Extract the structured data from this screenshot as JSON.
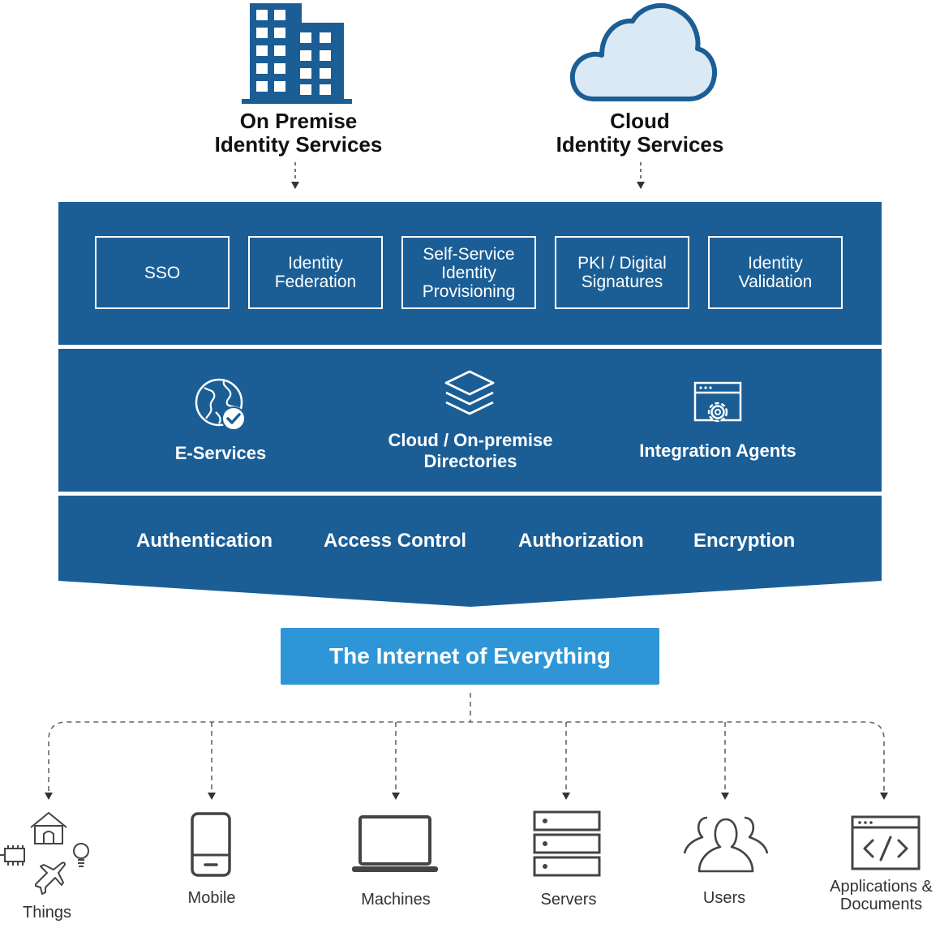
{
  "sources": [
    {
      "lines": [
        "On Premise",
        "Identity Services"
      ],
      "icon": "building-icon"
    },
    {
      "lines": [
        "Cloud",
        "Identity Services"
      ],
      "icon": "cloud-icon"
    }
  ],
  "top_layer": {
    "boxes": [
      {
        "lines": [
          "SSO"
        ]
      },
      {
        "lines": [
          "Identity",
          "Federation"
        ]
      },
      {
        "lines": [
          "Self-Service",
          "Identity",
          "Provisioning"
        ]
      },
      {
        "lines": [
          "PKI / Digital",
          "Signatures"
        ]
      },
      {
        "lines": [
          "Identity",
          "Validation"
        ]
      }
    ]
  },
  "middle_layer": {
    "items": [
      {
        "lines": [
          "E-Services"
        ],
        "icon": "globe-check-icon"
      },
      {
        "lines": [
          "Cloud / On-premise",
          "Directories"
        ],
        "icon": "layers-icon"
      },
      {
        "lines": [
          "Integration Agents"
        ],
        "icon": "window-gear-icon"
      }
    ]
  },
  "bottom_layer": {
    "labels": [
      "Authentication",
      "Access Control",
      "Authorization",
      "Encryption"
    ]
  },
  "hub": {
    "label": "The Internet of Everything"
  },
  "destinations": [
    {
      "lines": [
        "Things"
      ],
      "icon": "iot-things-icon"
    },
    {
      "lines": [
        "Mobile"
      ],
      "icon": "mobile-phone-icon"
    },
    {
      "lines": [
        "Machines"
      ],
      "icon": "laptop-icon"
    },
    {
      "lines": [
        "Servers"
      ],
      "icon": "server-rack-icon"
    },
    {
      "lines": [
        "Users"
      ],
      "icon": "users-icon"
    },
    {
      "lines": [
        "Applications &",
        "Documents"
      ],
      "icon": "code-window-icon"
    }
  ],
  "colors": {
    "panel": "#1b5e96",
    "hub": "#2e96d6",
    "icon_blue": "#1b5e96",
    "cloud_fill": "#dbe9f5"
  }
}
